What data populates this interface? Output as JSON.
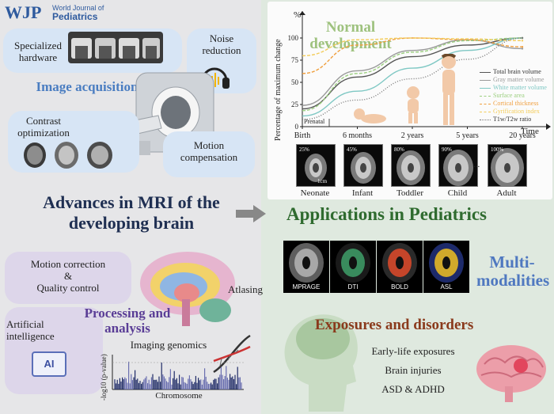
{
  "journal": {
    "logo": "WJP",
    "line1": "World Journal of",
    "line2": "Pediatrics"
  },
  "acquisition": {
    "hardware": "Specialized hardware",
    "noise": "Noise reduction",
    "title": "Image acquisition",
    "contrast": "Contrast optimization",
    "motion": "Motion compensation"
  },
  "main_title": "Advances in MRI of the developing brain",
  "processing": {
    "motion_qc_1": "Motion correction",
    "motion_qc_2": "&",
    "motion_qc_3": "Quality control",
    "title": "Processing and analysis",
    "ai": "Artificial intelligence",
    "ai_chip": "AI",
    "atlasing": "Atlasing",
    "genomics": "Imaging genomics",
    "ylabel": "-log10 (p-value)",
    "xlabel": "Chromosome"
  },
  "chart_data": {
    "type": "line",
    "title": "Normal development",
    "ylabel": "Percentage of maximum change",
    "yunit": "%",
    "xlabel": "Time",
    "x_ticks": [
      "Birth",
      "6 months",
      "2 years",
      "5 years",
      "20 years"
    ],
    "prenatal_label": "Prenatal",
    "ylim": [
      0,
      100
    ],
    "y_ticks": [
      0,
      25,
      50,
      75,
      100
    ],
    "series": [
      {
        "name": "Total brain volume",
        "color": "#555555",
        "style": "solid",
        "values": [
          20,
          56,
          79,
          92,
          100
        ]
      },
      {
        "name": "Gray matter volume",
        "color": "#9a9a9a",
        "style": "solid",
        "values": [
          24,
          63,
          86,
          98,
          88
        ]
      },
      {
        "name": "White matter volume",
        "color": "#7fc8c4",
        "style": "solid",
        "values": [
          12,
          40,
          66,
          86,
          100
        ]
      },
      {
        "name": "Surface area",
        "color": "#9ccf80",
        "style": "dashed",
        "values": [
          18,
          60,
          84,
          97,
          100
        ]
      },
      {
        "name": "Cortical thickness",
        "color": "#f0a040",
        "style": "dashed",
        "values": [
          60,
          92,
          100,
          98,
          90
        ]
      },
      {
        "name": "Gyrification index",
        "color": "#f3cc5a",
        "style": "dashed",
        "values": [
          80,
          98,
          100,
          99,
          97
        ]
      },
      {
        "name": "T1w/T2w ratio",
        "color": "#777777",
        "style": "dotted",
        "values": [
          8,
          30,
          54,
          76,
          100
        ]
      }
    ]
  },
  "brain_stages": [
    {
      "pct": "25%",
      "label": "Neonate",
      "scale": "1cm"
    },
    {
      "pct": "45%",
      "label": "Infant"
    },
    {
      "pct": "80%",
      "label": "Toddler"
    },
    {
      "pct": "90%",
      "label": "Child"
    },
    {
      "pct": "100%",
      "label": "Adult"
    }
  ],
  "ellipsis": "...",
  "applications_title": "Applications in Pediatrics",
  "modalities": [
    "MPRAGE",
    "DTI",
    "BOLD",
    "ASL"
  ],
  "multi_title": "Multi-modalities",
  "exposures": {
    "title": "Exposures and disorders",
    "items": [
      "Early-life exposures",
      "Brain injuries",
      "ASD & ADHD"
    ]
  },
  "colors": {
    "blue_title": "#4a7dc1",
    "purple_title": "#5a3d96",
    "green_title": "#2f6b2f",
    "exposure_title": "#8a3a1c"
  }
}
